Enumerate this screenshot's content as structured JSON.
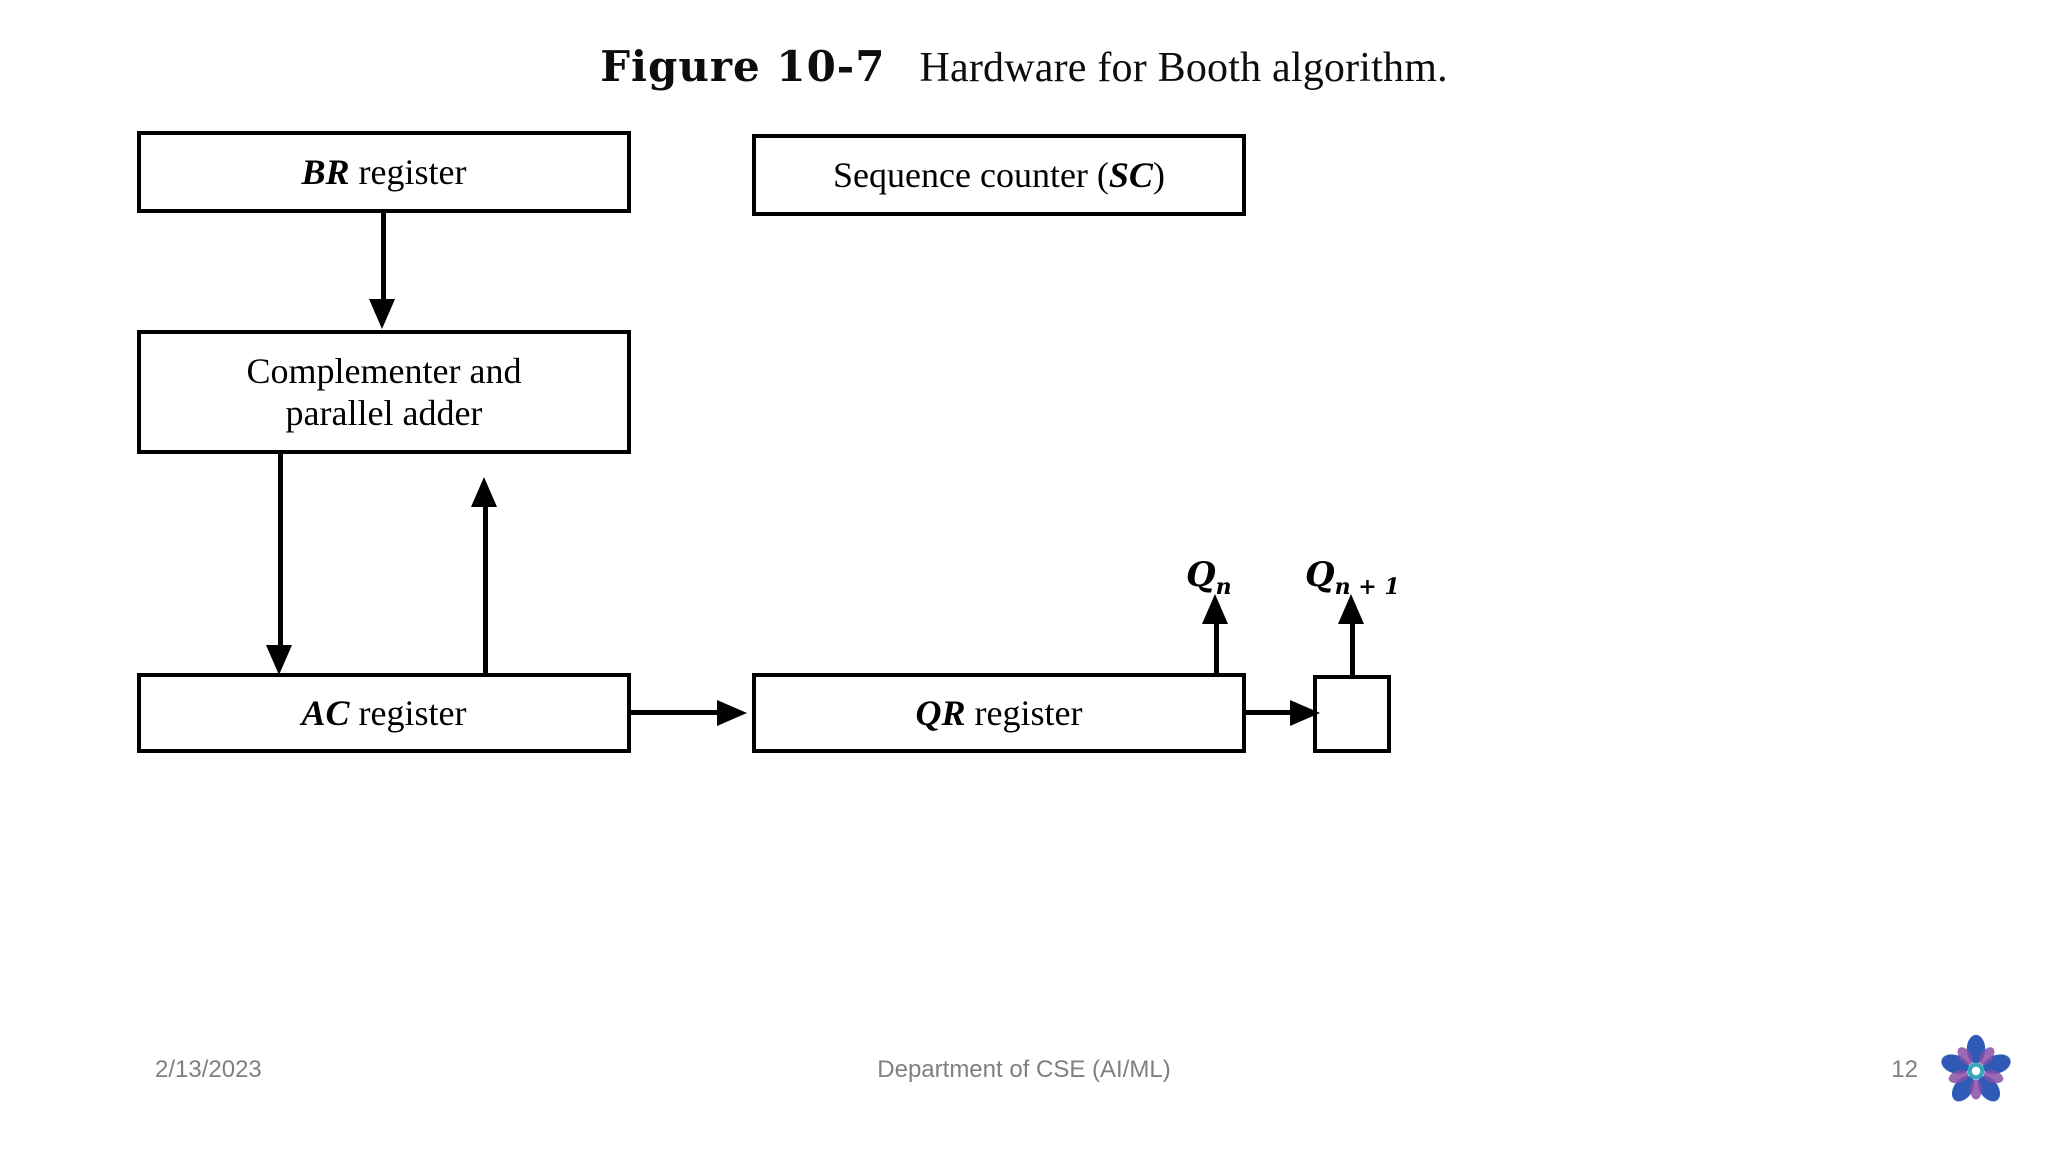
{
  "slide": {
    "title": {
      "label_bold": "Figure 10-7",
      "label_rest": "Hardware for Booth algorithm."
    }
  },
  "diagram": {
    "type": "block-diagram",
    "boxes": [
      {
        "id": "br",
        "label_italic": "BR",
        "label_rest": " register"
      },
      {
        "id": "sc",
        "label_rest": "Sequence counter (",
        "label_italic": "SC",
        "label_tail": ")"
      },
      {
        "id": "comp",
        "line1": "Complementer and",
        "line2": "parallel adder"
      },
      {
        "id": "ac",
        "label_italic": "AC",
        "label_rest": " register"
      },
      {
        "id": "qr",
        "label_italic": "QR",
        "label_rest": " register"
      },
      {
        "id": "qn1box",
        "label_rest": ""
      }
    ],
    "labels": {
      "qn": "Q",
      "qn_sub": "n",
      "qn1": "Q",
      "qn1_sub": "n + 1"
    },
    "connections": [
      {
        "from": "br",
        "to": "comp",
        "direction": "down"
      },
      {
        "from": "comp",
        "to": "ac",
        "direction": "down"
      },
      {
        "from": "ac",
        "to": "comp",
        "direction": "up"
      },
      {
        "from": "ac",
        "to": "qr",
        "direction": "right"
      },
      {
        "from": "qr",
        "to": "qn1box",
        "direction": "right"
      },
      {
        "from": "qr",
        "to": "qn",
        "direction": "up"
      },
      {
        "from": "qn1box",
        "to": "qn1",
        "direction": "up"
      }
    ]
  },
  "footer": {
    "date": "2/13/2023",
    "department": "Department of CSE (AI/ML)",
    "page_number": "12",
    "logo_name": "institution-logo"
  },
  "colors": {
    "ink": "#000000",
    "background": "#ffffff",
    "footer_text": "#808080",
    "logo_blue": "#2f5bb7",
    "logo_purple": "#8a4fa8",
    "logo_teal": "#3aa6b9"
  }
}
